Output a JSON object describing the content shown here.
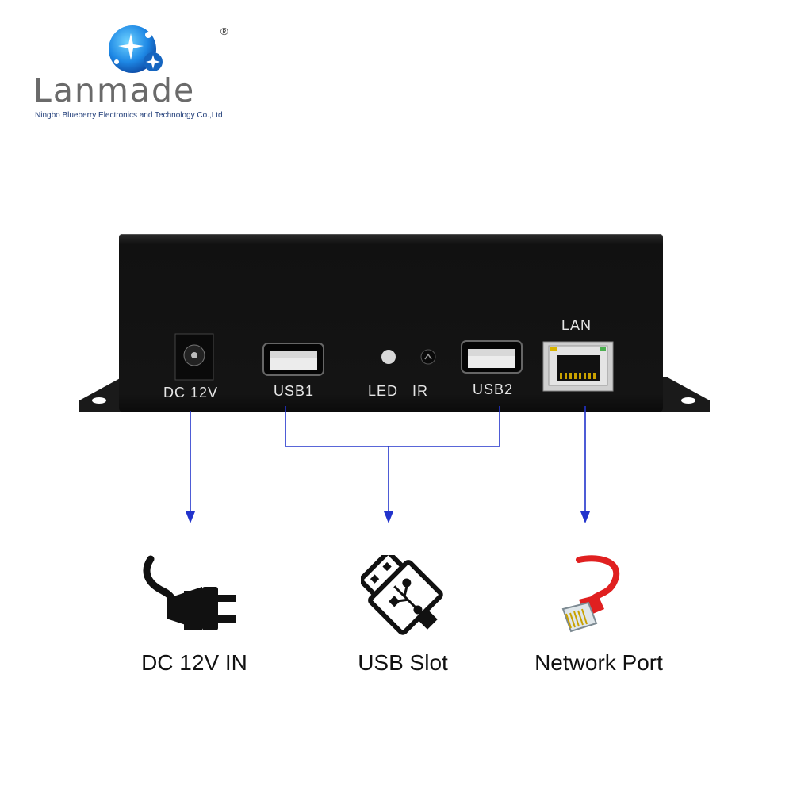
{
  "logo": {
    "brand": "Lanmade",
    "registered": "®",
    "company": "Ningbo Blueberry Electronics and Technology Co.,Ltd"
  },
  "device": {
    "ports": {
      "dc": "DC 12V",
      "usb1": "USB1",
      "led": "LED",
      "ir": "IR",
      "usb2": "USB2",
      "lan": "LAN"
    }
  },
  "features": {
    "dc_label": "DC 12V IN",
    "usb_label": "USB Slot",
    "network_label": "Network Port"
  },
  "colors": {
    "line": "#2233cc",
    "cable": "#e02020",
    "logo_blue": "#1e88e5"
  }
}
